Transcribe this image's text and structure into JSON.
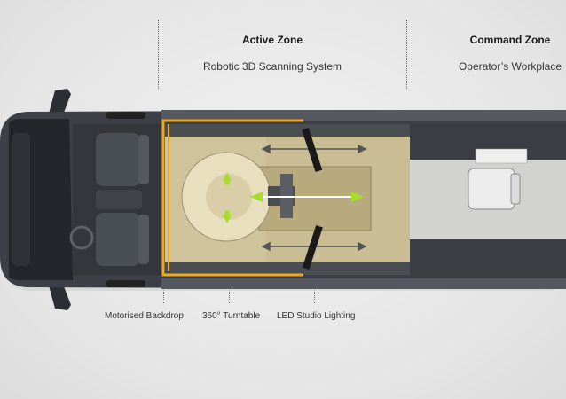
{
  "zones": [
    {
      "title": "Active Zone",
      "subtitle": "Robotic 3D Scanning System"
    },
    {
      "title": "Command Zone",
      "subtitle": "Operator’s Workplace"
    }
  ],
  "labels": {
    "backdrop": "Motorised Backdrop",
    "turntable": "360° Turntable",
    "lighting": "LED Studio Lighting"
  },
  "colors": {
    "accent_orange": "#f0a81c",
    "arrow_green": "#a6dd2a",
    "floor_beige": "#cfc39c",
    "van_body": "#3c3f45"
  }
}
